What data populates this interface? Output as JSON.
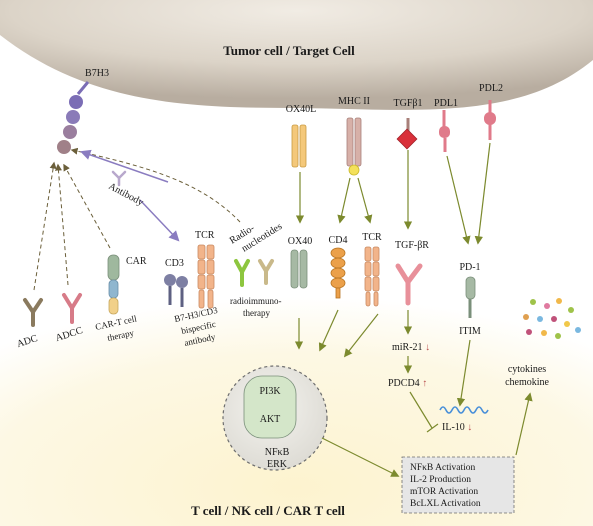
{
  "regions": {
    "top": "Tumor cell /  Target Cell",
    "bottom": "T cell / NK cell / CAR T cell"
  },
  "b7h3": "B7H3",
  "antibody": "Antibody",
  "radionucleotides": [
    "Radio-",
    "nucleotides"
  ],
  "therapies": {
    "adc": "ADC",
    "adcc": "ADCC",
    "car": "CAR",
    "cart": [
      "CAR-T cell",
      "therapy"
    ],
    "cd3": "CD3",
    "tcr": "TCR",
    "bispecific": [
      "B7-H3/CD3",
      "bispecific",
      "antibody"
    ],
    "radioimmuno": [
      "radioimmuno-",
      "therapy"
    ]
  },
  "ligands": {
    "ox40l": "OX40L",
    "mhc2": "MHC II",
    "tgfb1": "TGFβ1",
    "pdl1": "PDL1",
    "pdl2": "PDL2"
  },
  "receptors": {
    "ox40": "OX40",
    "cd4": "CD4",
    "tcr": "TCR",
    "tgfbr": "TGF-βR",
    "pd1": "PD-1",
    "itim": "ITIM"
  },
  "pathway": {
    "mir21": "miR-21",
    "pdcd4": "PDCD4",
    "il10": "IL-10",
    "down": "↓",
    "up": "↑"
  },
  "signaling": {
    "pi3k": "PI3K",
    "akt": "AKT",
    "nfkb": "NFκB",
    "erk": "ERK"
  },
  "outputs": [
    "NFκB Activation",
    "IL-2 Production",
    "mTOR Activation",
    "BcLXL Activation"
  ],
  "cytokines": [
    "cytokines",
    "chemokine"
  ],
  "colors": {
    "tumor": "#d9d0c4",
    "tcell": "#fcf4d8",
    "arrow": "#7c8a2e",
    "antibody_arrow": "#8a7cc0",
    "b7h3_purple": "#7b6db5",
    "pdl_pink": "#e07a8a",
    "tgf_red": "#d9303a",
    "orange": "#eba04a",
    "sage": "#9fb89e"
  }
}
